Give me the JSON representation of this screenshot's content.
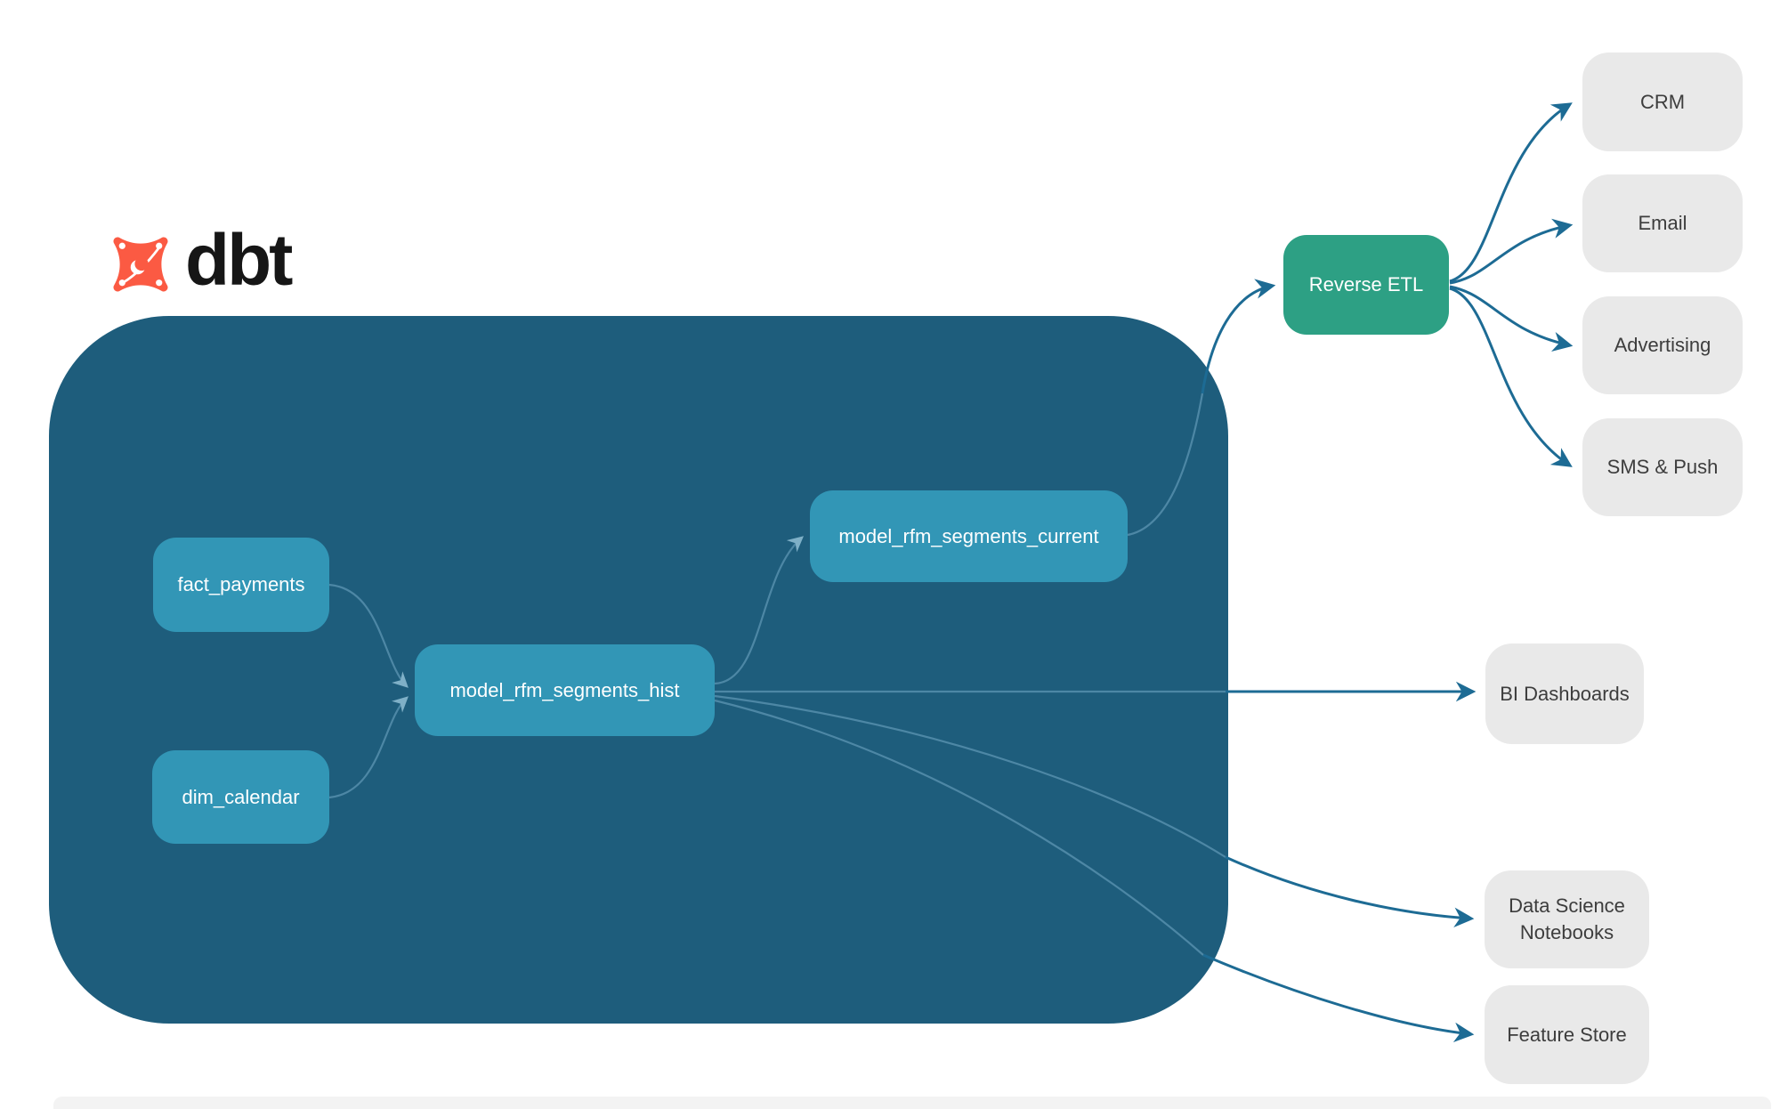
{
  "logo": {
    "brand": "dbt"
  },
  "diagram": {
    "warehouse_nodes": {
      "fact_payments": {
        "label": "fact_payments"
      },
      "dim_calendar": {
        "label": "dim_calendar"
      },
      "model_rfm_segments_hist": {
        "label": "model_rfm_segments_hist"
      },
      "model_rfm_segments_current": {
        "label": "model_rfm_segments_current"
      }
    },
    "process_nodes": {
      "reverse_etl": {
        "label": "Reverse ETL"
      }
    },
    "destination_nodes": {
      "crm": {
        "label": "CRM"
      },
      "email": {
        "label": "Email"
      },
      "advertising": {
        "label": "Advertising"
      },
      "sms_push": {
        "label": "SMS & Push"
      },
      "bi_dashboards": {
        "label": "BI Dashboards"
      },
      "data_science_notebooks": {
        "label": "Data Science Notebooks"
      },
      "feature_store": {
        "label": "Feature Store"
      }
    },
    "edges": [
      {
        "from": "fact_payments",
        "to": "model_rfm_segments_hist"
      },
      {
        "from": "dim_calendar",
        "to": "model_rfm_segments_hist"
      },
      {
        "from": "model_rfm_segments_hist",
        "to": "model_rfm_segments_current"
      },
      {
        "from": "model_rfm_segments_current",
        "to": "reverse_etl"
      },
      {
        "from": "reverse_etl",
        "to": "crm"
      },
      {
        "from": "reverse_etl",
        "to": "email"
      },
      {
        "from": "reverse_etl",
        "to": "advertising"
      },
      {
        "from": "reverse_etl",
        "to": "sms_push"
      },
      {
        "from": "model_rfm_segments_hist",
        "to": "bi_dashboards"
      },
      {
        "from": "model_rfm_segments_hist",
        "to": "data_science_notebooks"
      },
      {
        "from": "model_rfm_segments_hist",
        "to": "feature_store"
      }
    ]
  },
  "colors": {
    "background": "#ffffff",
    "warehouse_container": "#1e5d7c",
    "model_node": "#3296b6",
    "reverse_etl_node": "#2da084",
    "destination_node": "#e9e9e9",
    "destination_text": "#3d3d3d",
    "node_text": "#ffffff",
    "arrow": "#1d6b94",
    "arrow_inner": "#4d87a5",
    "logo_orange": "#fb5a43",
    "logo_text": "#161616",
    "bottom_band": "#f3f3f3"
  }
}
